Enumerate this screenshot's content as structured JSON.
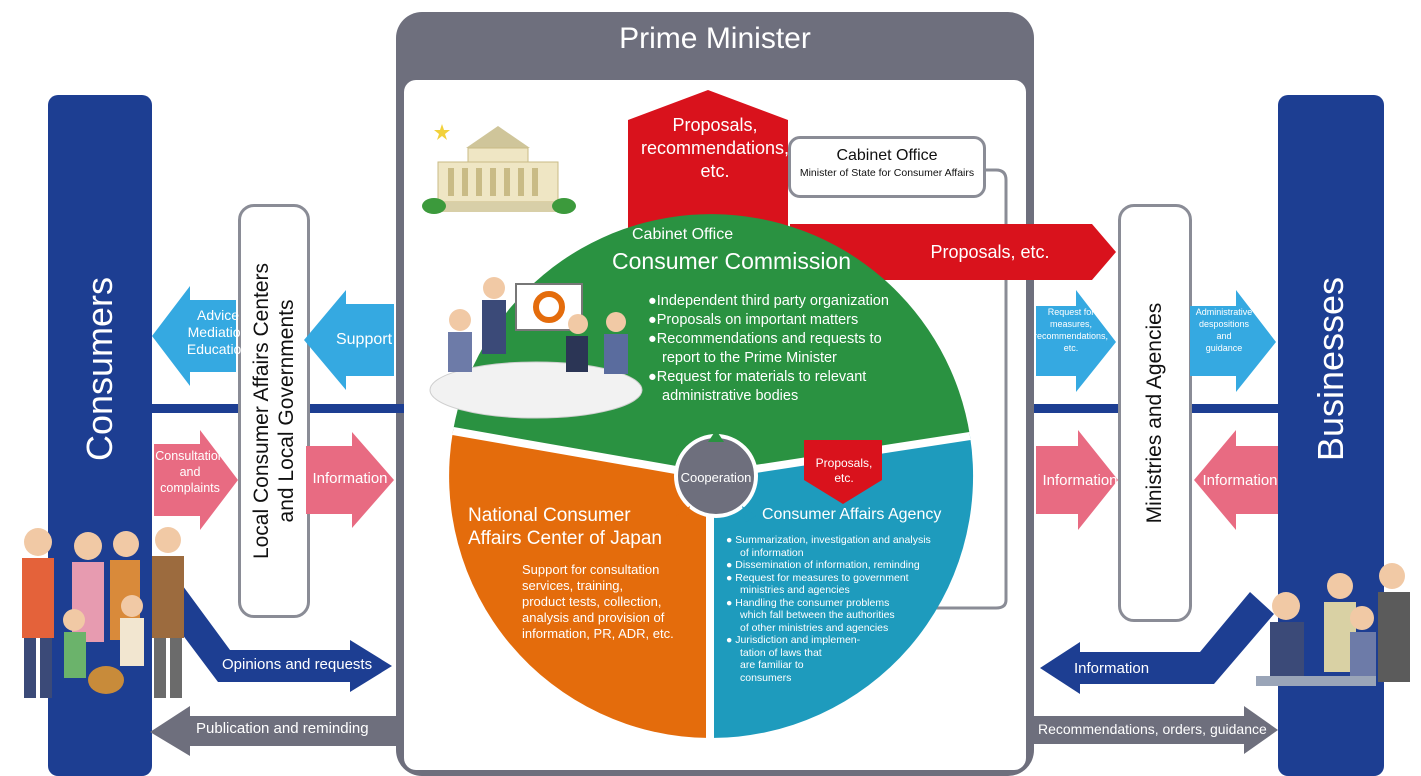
{
  "header": {
    "title": "Prime Minister"
  },
  "consumers": {
    "label": "Consumers"
  },
  "businesses": {
    "label": "Businesses"
  },
  "local_centers": {
    "label_line1": "Local Consumer Affairs Centers",
    "label_line2": "and Local Governments"
  },
  "ministries": {
    "label": "Ministries and Agencies"
  },
  "arrows": {
    "advice": [
      "Advice",
      "Mediation",
      "Education"
    ],
    "support": "Support",
    "consultation": [
      "Consultation",
      "and",
      "complaints"
    ],
    "information_local": "Information",
    "opinions": "Opinions and requests",
    "publication": "Publication and reminding",
    "request_measures": [
      "Request for",
      "measures,",
      "recommendations,",
      "etc."
    ],
    "admin_dispositions": [
      "Administrative",
      "despositions",
      "and",
      "guidance"
    ],
    "information_ministries": "Information",
    "information_businesses": "Information",
    "information_bottom": "Information",
    "recommendations_orders": "Recommendations, orders, guidance",
    "proposals_top": [
      "Proposals,",
      "recommendations,",
      "etc."
    ],
    "proposals_right": "Proposals, etc.",
    "proposals_small": [
      "Proposals,",
      "etc."
    ]
  },
  "cabinet_office_box": {
    "title": "Cabinet Office",
    "subtitle": "Minister of State for Consumer Affairs"
  },
  "commission": {
    "org": "Cabinet Office",
    "name": "Consumer Commission",
    "points": [
      "●Independent third party organization",
      "●Proposals on important matters",
      "●Recommendations and requests to",
      "report to the Prime Minister",
      "●Request for materials to relevant",
      "administrative bodies"
    ]
  },
  "ncac": {
    "name_line1": "National Consumer",
    "name_line2": "Affairs Center of Japan",
    "desc": [
      "Support for consultation",
      "services, training,",
      "product tests, collection,",
      "analysis and provision of",
      "information, PR, ADR, etc."
    ]
  },
  "caa": {
    "name": "Consumer Affairs Agency",
    "points": [
      "● Summarization, investigation and analysis",
      "of information",
      "● Dissemination of information, reminding",
      "● Request for measures to government",
      "ministries and agencies",
      "● Handling the consumer problems",
      "which fall between the authorities",
      "of other ministries and agencies",
      "● Jurisdiction and implemen-",
      "tation of laws that",
      "are familiar to",
      "consumers"
    ]
  },
  "cooperation": "Cooperation",
  "colors": {
    "navy": "#1d3e92",
    "green": "#2a9241",
    "orange": "#e46c0c",
    "teal": "#1e9bbd",
    "red": "#d9121c",
    "blue_arrow": "#35a9e1",
    "pink_arrow": "#e86b82",
    "gray": "#6e6f7d"
  }
}
